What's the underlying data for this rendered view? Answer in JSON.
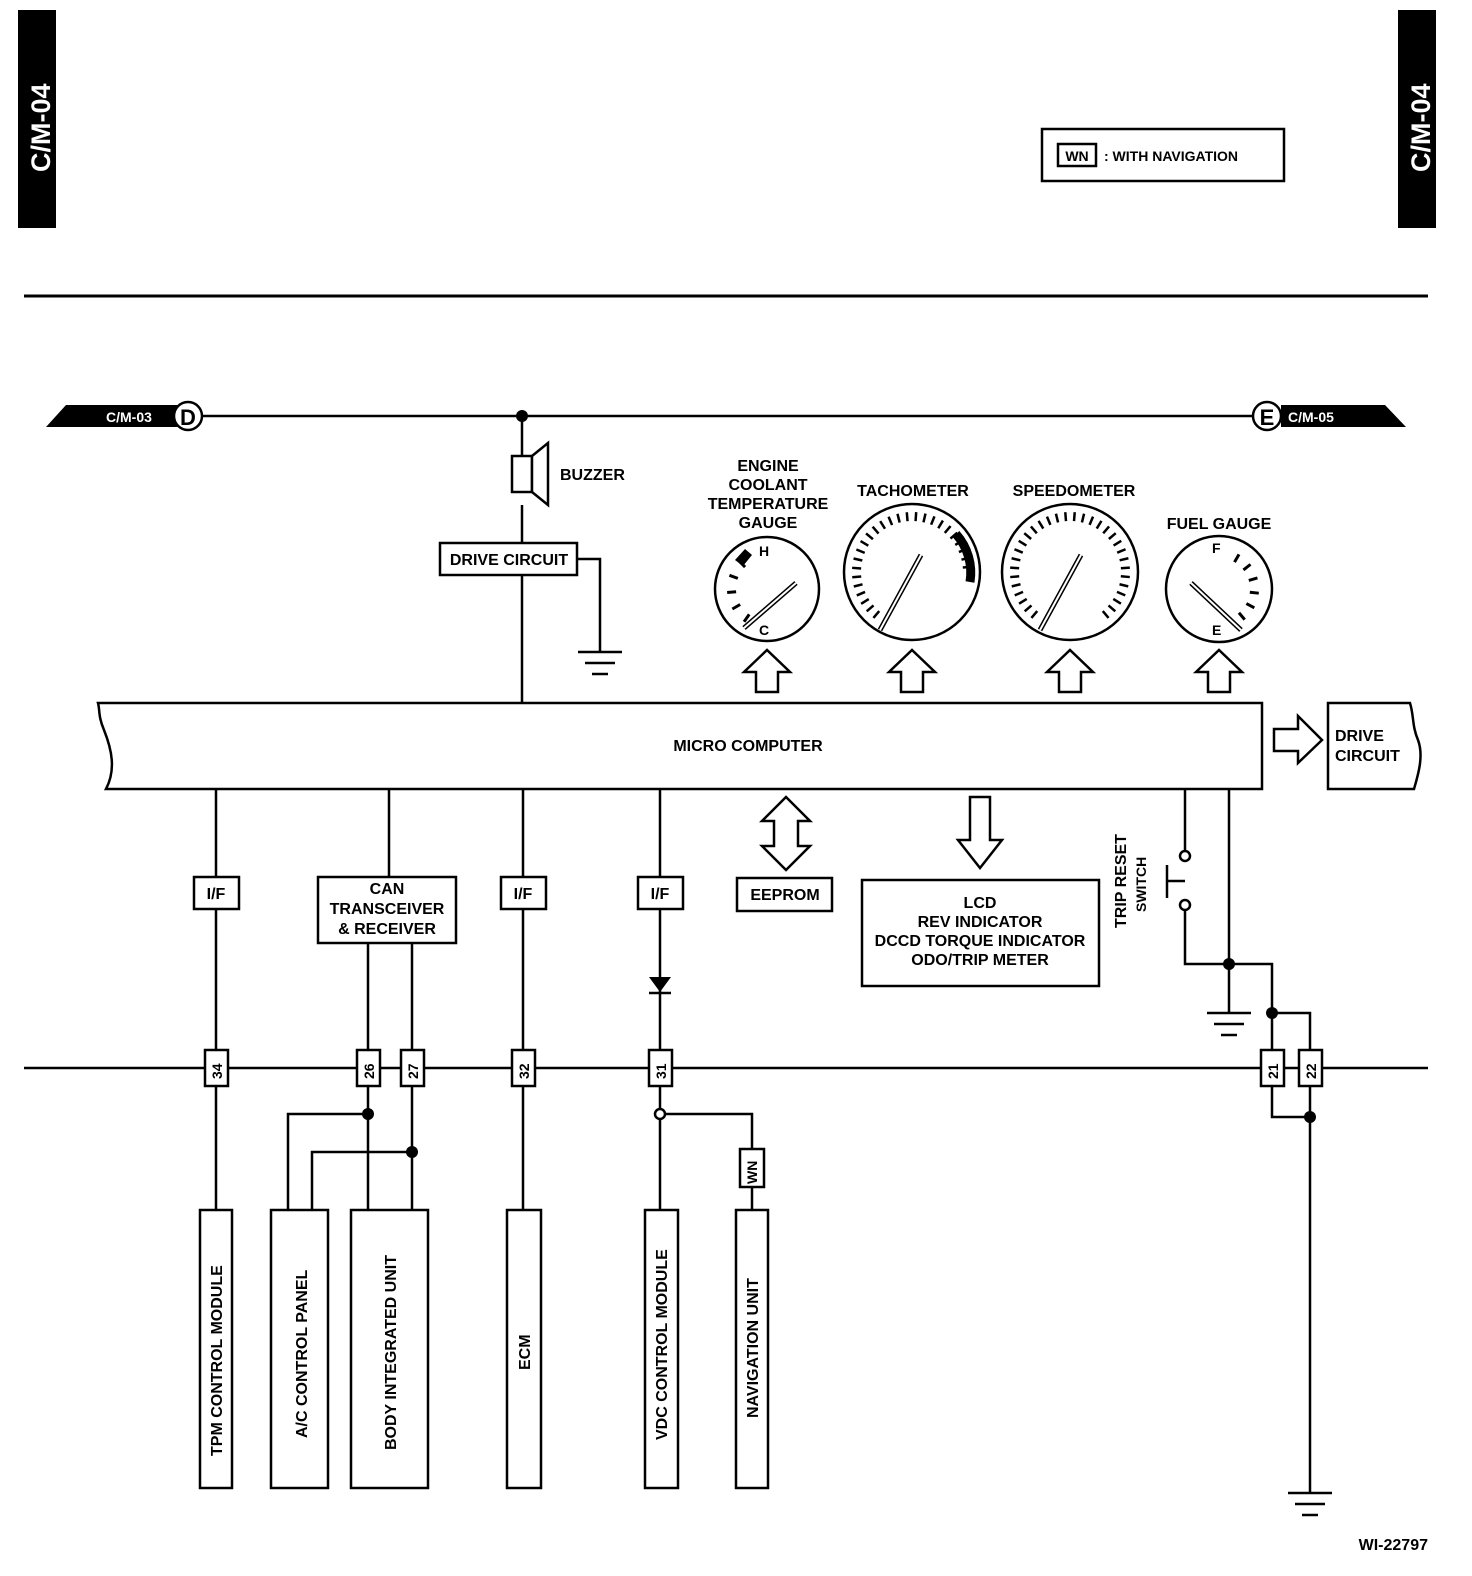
{
  "page": {
    "page_code_left": "C/M-04",
    "page_code_right": "C/M-04",
    "figure_id": "WI-22797"
  },
  "legend": {
    "wn_box": "WN",
    "wn_text": ": WITH NAVIGATION"
  },
  "connectors": {
    "left_ref": "C/M-03",
    "left_letter": "D",
    "right_ref": "C/M-05",
    "right_letter": "E"
  },
  "buzzer": {
    "label": "BUZZER",
    "drive_circuit": "DRIVE CIRCUIT"
  },
  "gauges": {
    "coolant": [
      "ENGINE",
      "COOLANT",
      "TEMPERATURE",
      "GAUGE"
    ],
    "coolant_h": "H",
    "coolant_c": "C",
    "tachometer": "TACHOMETER",
    "speedometer": "SPEEDOMETER",
    "fuel": "FUEL GAUGE",
    "fuel_f": "F",
    "fuel_e": "E"
  },
  "micro_computer": "MICRO COMPUTER",
  "drive_circuit_right": [
    "DRIVE",
    "CIRCUIT"
  ],
  "eeprom": "EEPROM",
  "lcd_box": [
    "LCD",
    "REV INDICATOR",
    "DCCD TORQUE INDICATOR",
    "ODO/TRIP METER"
  ],
  "trip_reset": [
    "TRIP RESET",
    "SWITCH"
  ],
  "interfaces": {
    "if_label": "I/F",
    "can": [
      "CAN",
      "TRANSCEIVER",
      "& RECEIVER"
    ]
  },
  "pins": [
    "34",
    "26",
    "27",
    "32",
    "31",
    "21",
    "22"
  ],
  "wn_tag": "WN",
  "modules": {
    "tpm": "TPM CONTROL MODULE",
    "ac": "A/C CONTROL PANEL",
    "body": "BODY INTEGRATED UNIT",
    "ecm": "ECM",
    "vdc": "VDC CONTROL MODULE",
    "nav": "NAVIGATION UNIT"
  }
}
